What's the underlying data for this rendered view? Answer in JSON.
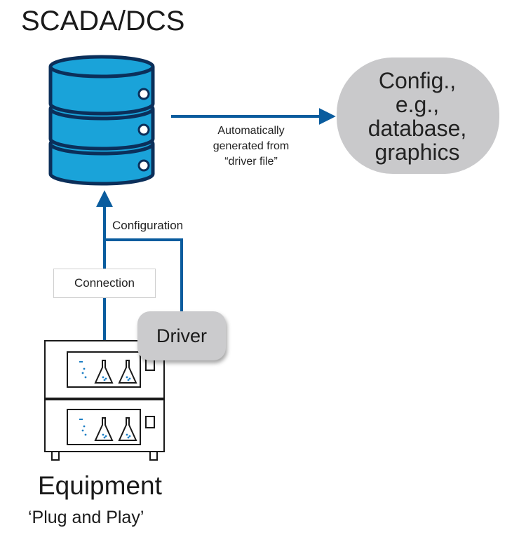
{
  "diagram": {
    "title": "SCADA/DCS",
    "config_box": {
      "lines": [
        "Config.,",
        "e.g.,",
        "database,",
        "graphics"
      ]
    },
    "arrow_note": {
      "lines": [
        "Automatically",
        "generated from",
        "“driver file”"
      ]
    },
    "configuration_label": "Configuration",
    "connection_label": "Connection",
    "driver_label": "Driver",
    "equipment_label": "Equipment",
    "equipment_subtitle": "‘Plug and Play’"
  },
  "colors": {
    "database_fill": "#1aa3d9",
    "database_stroke": "#0b2f5a",
    "arrow_blue": "#0a5c9e",
    "config_gray": "#c9c9cb",
    "driver_gray": "#cbcbcd",
    "equipment_stroke": "#1a1a1a",
    "flask_blue": "#1d7fc4"
  },
  "icons": {
    "database": "database-icon",
    "equipment": "incubator-shaker-icon"
  }
}
